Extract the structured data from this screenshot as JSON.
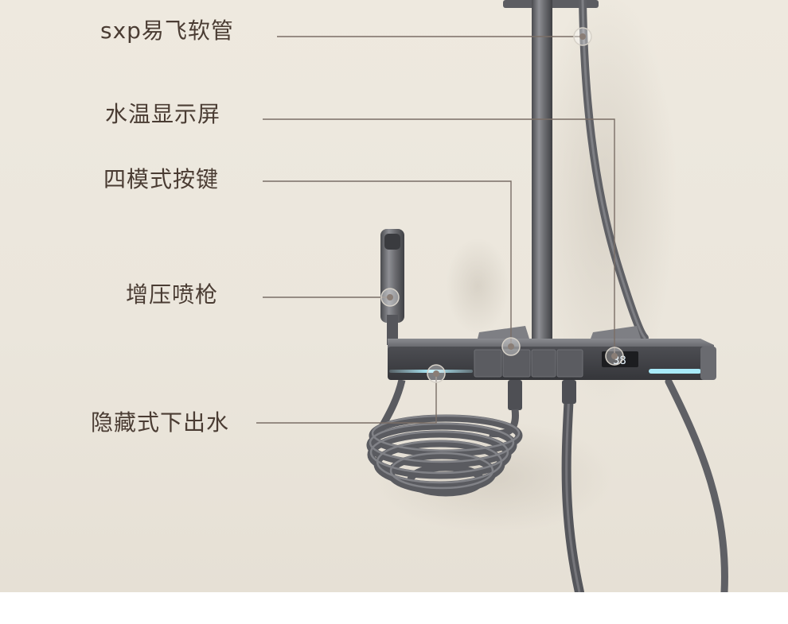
{
  "callouts": {
    "hose": "sxp易飞软管",
    "display": "水温显示屏",
    "buttons": "四模式按键",
    "spray_gun": "增压喷枪",
    "outlet": "隐藏式下出水"
  },
  "display_readout": "38",
  "colors": {
    "background": "#ece7dd",
    "label_text": "#4a3c33",
    "leader_line": "#7a6e66",
    "metal": "#6a6b6f",
    "glow": "#9fe2f2"
  }
}
